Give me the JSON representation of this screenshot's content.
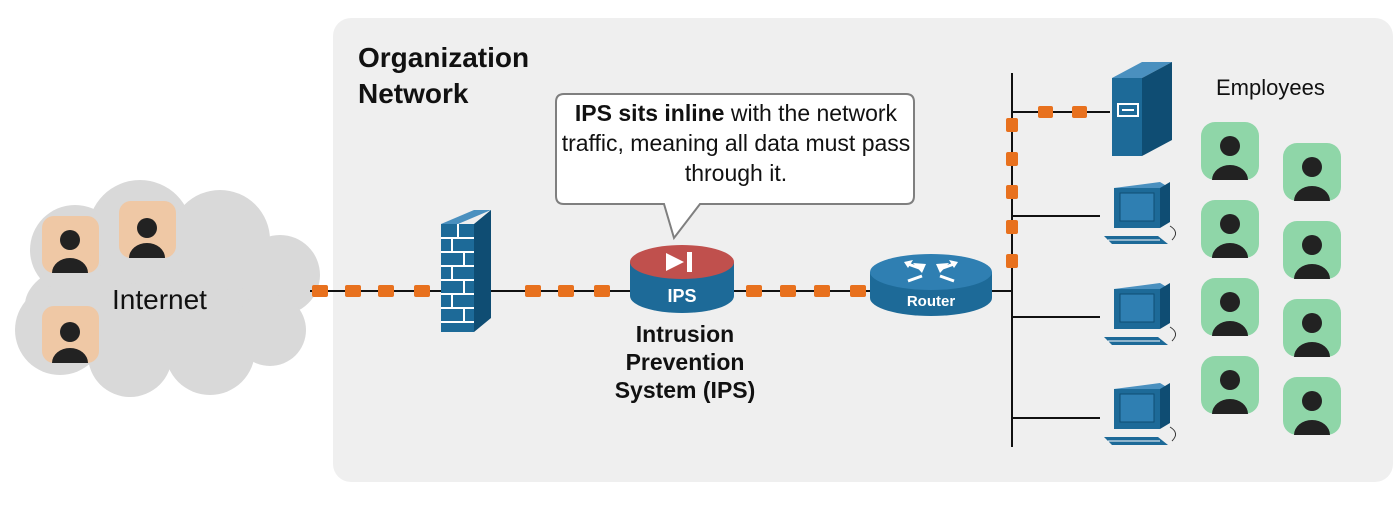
{
  "org": {
    "title_line1": "Organization",
    "title_line2": "Network"
  },
  "internet": {
    "label": "Internet"
  },
  "callout": {
    "bold": "IPS sits inline",
    "text": " with the network traffic, meaning all data must pass through it."
  },
  "ips": {
    "badge": "IPS",
    "caption_line1": "Intrusion",
    "caption_line2": "Prevention",
    "caption_line3": "System (IPS)"
  },
  "router": {
    "label": "Router"
  },
  "employees": {
    "label": "Employees"
  },
  "colors": {
    "traffic": "#e8711e",
    "device": "#1d6a98",
    "ips_top": "#c0504d",
    "employee_bg": "#8fd6a8",
    "internet_user_bg": "#f2c49b"
  }
}
